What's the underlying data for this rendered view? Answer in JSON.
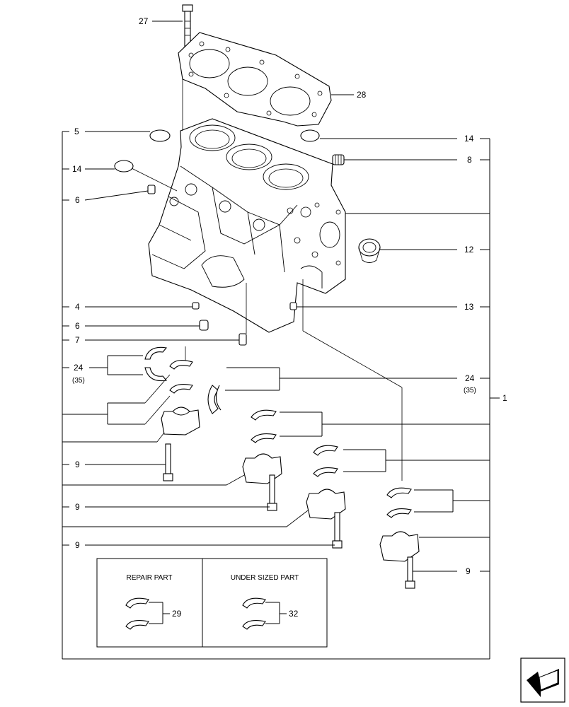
{
  "callouts": {
    "c27": "27",
    "c28": "28",
    "c5": "5",
    "c14a": "14",
    "c14b": "14",
    "c8": "8",
    "c6a": "6",
    "c6b": "6",
    "c12": "12",
    "c4": "4",
    "c13": "13",
    "c7": "7",
    "c24a": "24",
    "c35a": "(35)",
    "c24b": "24",
    "c35b": "(35)",
    "c1": "1",
    "c9a": "9",
    "c9b": "9",
    "c9c": "9",
    "c9d": "9",
    "c29": "29",
    "c32": "32"
  },
  "boxes": {
    "repair_part": "REPAIR PART",
    "under_sized_part": "UNDER SIZED PART"
  }
}
